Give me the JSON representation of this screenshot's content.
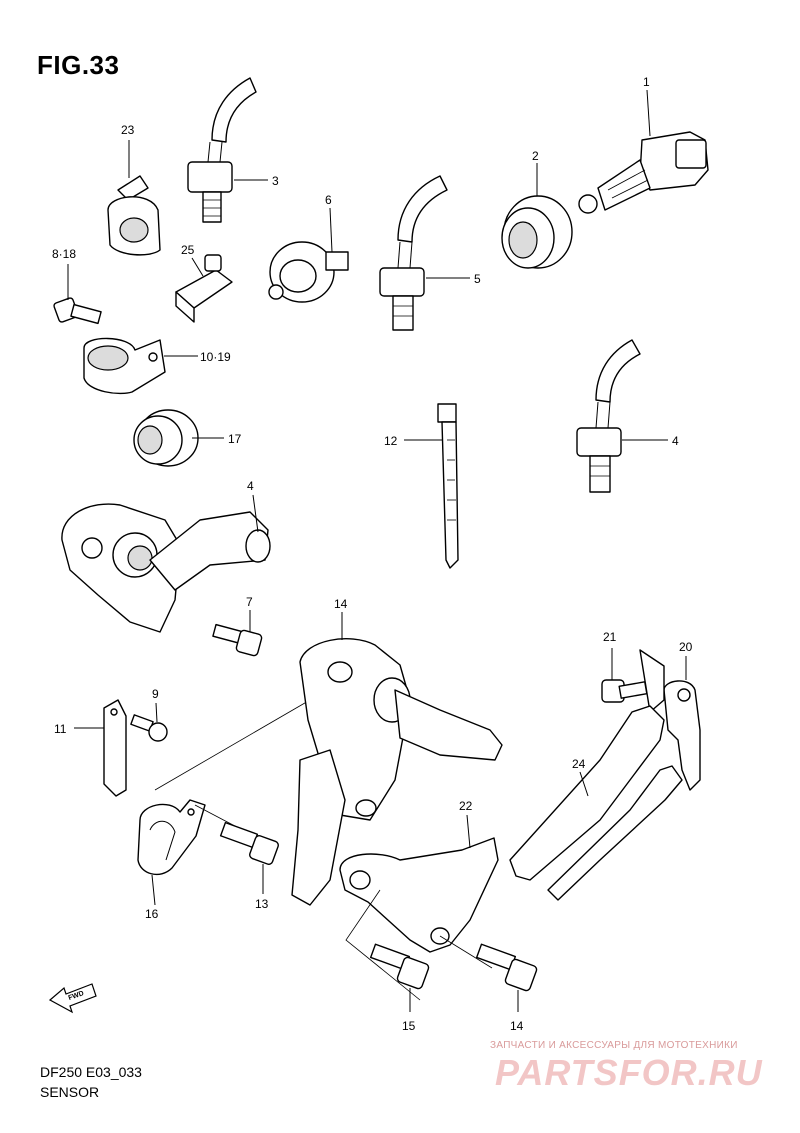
{
  "figure": {
    "title": "FIG.33"
  },
  "callouts": [
    {
      "id": "c1",
      "label": "1"
    },
    {
      "id": "c2",
      "label": "2"
    },
    {
      "id": "c3",
      "label": "3"
    },
    {
      "id": "c4a",
      "label": "4"
    },
    {
      "id": "c4b",
      "label": "4"
    },
    {
      "id": "c5",
      "label": "5"
    },
    {
      "id": "c6",
      "label": "6"
    },
    {
      "id": "c7",
      "label": "7"
    },
    {
      "id": "c818",
      "label": "8·18"
    },
    {
      "id": "c9",
      "label": "9"
    },
    {
      "id": "c1019",
      "label": "10·19"
    },
    {
      "id": "c11",
      "label": "11"
    },
    {
      "id": "c12",
      "label": "12"
    },
    {
      "id": "c13",
      "label": "13"
    },
    {
      "id": "c14a",
      "label": "14"
    },
    {
      "id": "c14b",
      "label": "14"
    },
    {
      "id": "c15",
      "label": "15"
    },
    {
      "id": "c16",
      "label": "16"
    },
    {
      "id": "c17",
      "label": "17"
    },
    {
      "id": "c20",
      "label": "20"
    },
    {
      "id": "c21",
      "label": "21"
    },
    {
      "id": "c22",
      "label": "22"
    },
    {
      "id": "c23",
      "label": "23"
    },
    {
      "id": "c24",
      "label": "24"
    },
    {
      "id": "c25",
      "label": "25"
    }
  ],
  "fwd_label": "FWD",
  "footer": {
    "model": "DF250 E03_033",
    "section": "SENSOR"
  },
  "watermark": {
    "tagline": "ЗАПЧАСТИ И АКСЕССУАРЫ ДЛЯ МОТОТЕХНИКИ",
    "brand": "PARTSFOR.RU"
  }
}
